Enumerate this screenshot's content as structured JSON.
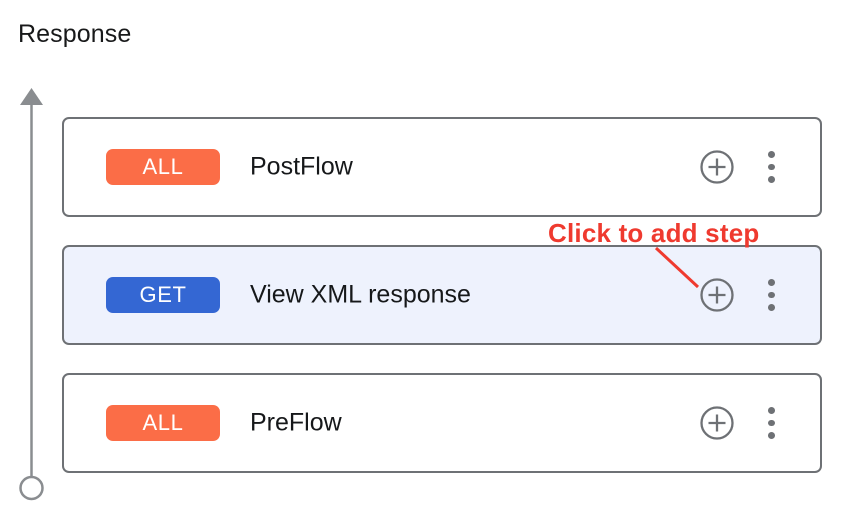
{
  "section": {
    "title": "Response"
  },
  "timeline": {
    "arrow_icon": "up-arrow-icon",
    "endpoint_icon": "circle-endpoint-icon"
  },
  "flows": [
    {
      "badge": "ALL",
      "badge_color": "#fb6d47",
      "label": "PostFlow",
      "selected": false,
      "add_icon": "plus-circle-icon",
      "menu_icon": "kebab-menu-icon"
    },
    {
      "badge": "GET",
      "badge_color": "#3467d3",
      "label": "View XML response",
      "selected": true,
      "add_icon": "plus-circle-icon",
      "menu_icon": "kebab-menu-icon"
    },
    {
      "badge": "ALL",
      "badge_color": "#fb6d47",
      "label": "PreFlow",
      "selected": false,
      "add_icon": "plus-circle-icon",
      "menu_icon": "kebab-menu-icon"
    }
  ],
  "annotation": {
    "text": "Click to add step",
    "color": "#ef3a2f"
  }
}
